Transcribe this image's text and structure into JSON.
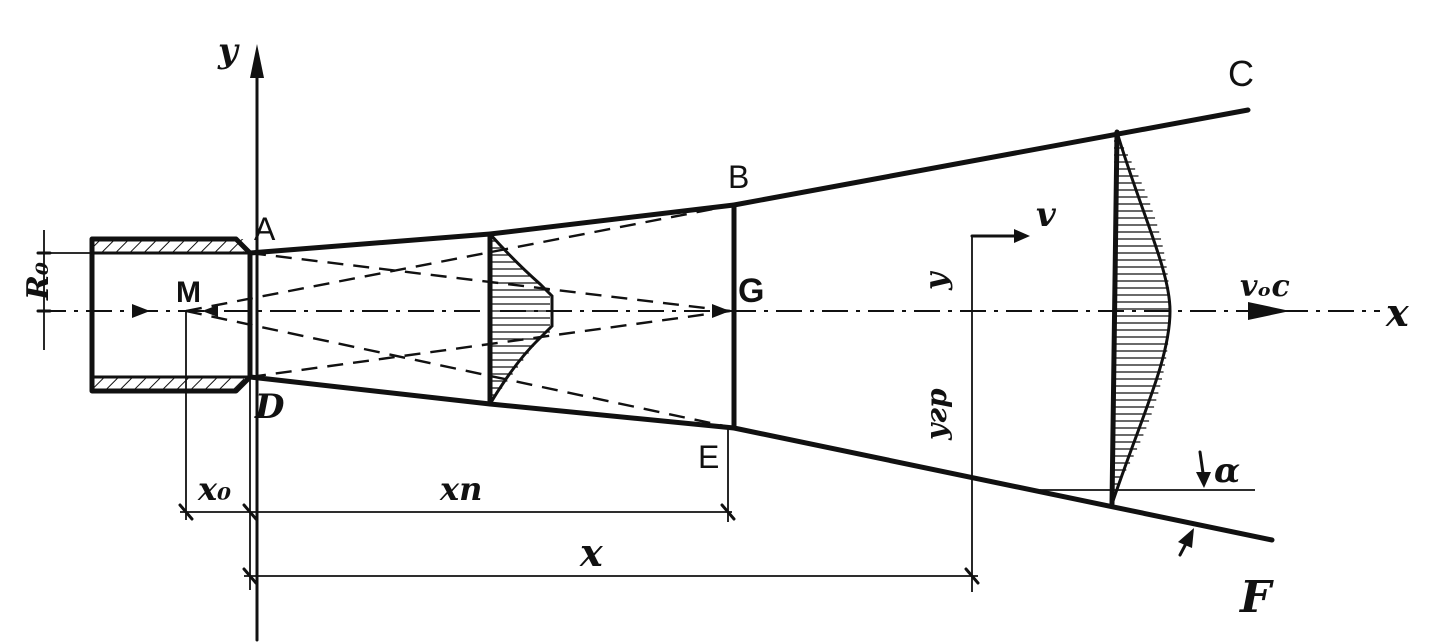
{
  "labels": {
    "y_axis": "y",
    "x_axis": "x",
    "A": "A",
    "B": "B",
    "C": "C",
    "D": "D",
    "E": "E",
    "F": "F",
    "G": "G",
    "M": "M",
    "R0": "R₀",
    "v": "v",
    "v_oc": "vₒc",
    "y": "y",
    "y_gr": "yгр",
    "alpha": "α",
    "x0": "x₀",
    "xn": "xп",
    "x": "x"
  }
}
